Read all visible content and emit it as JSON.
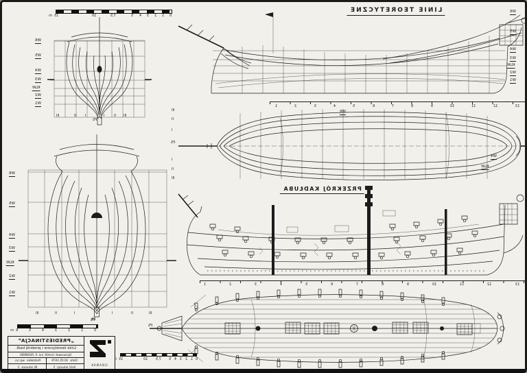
{
  "colors": {
    "paper": "#f2f0eb",
    "ink": "#1c1c1c"
  },
  "titles": {
    "sheer_plan": "LINIE TEORETYCZNE",
    "hull_section": "PRZEKRÓJ KADŁUBA"
  },
  "waterlines": {
    "sheer": [
      "W6",
      "W5",
      "W4",
      "W3",
      "KLW",
      "W2",
      "W1"
    ],
    "body_small": [
      "W6",
      "W5",
      "W4",
      "W3",
      "KLW",
      "W2",
      "W1"
    ],
    "body_large": [
      "W6",
      "W5",
      "W4",
      "W3",
      "KLW",
      "W2",
      "W1"
    ]
  },
  "buttocks": {
    "labels": [
      "III",
      "II",
      "I",
      "I",
      "II",
      "III"
    ],
    "centerline": "PS"
  },
  "half_breadth": {
    "side_labels": [
      "III",
      "II",
      "I",
      "I",
      "II",
      "III"
    ],
    "centerline": "PS",
    "inner_labels": [
      "W6",
      "W4",
      "KLW"
    ]
  },
  "stations": [
    "1",
    "2",
    "3",
    "4",
    "5",
    "6",
    "7",
    "8",
    "9",
    "10",
    "11",
    "12",
    "13"
  ],
  "scalebars": {
    "top": {
      "unit": "m",
      "ticks": [
        "15",
        "10",
        "7,5",
        "5",
        "4",
        "3",
        "2",
        "1",
        "0"
      ]
    },
    "body": {
      "unit": "m",
      "ticks": [
        "6",
        "5",
        "4",
        "3",
        "2",
        "1",
        "0"
      ]
    },
    "deck": {
      "unit": "m",
      "ticks": [
        "15",
        "10",
        "7,5",
        "5",
        "4",
        "3",
        "2",
        "1",
        "0"
      ]
    }
  },
  "title_block": {
    "ship_name": "„PREDIESTINACJA”",
    "sheet_title": "Linie teoretyczne i przekrój kadł.",
    "author": "Opracował i kreślił:  inż. A. ROSIŃSKI",
    "date_label": "Data:",
    "date": "30.05.1979",
    "scale_label": "Podziałka:",
    "scale": "wg rys.",
    "count_label": "Ilość arkuszy:",
    "count": "5",
    "number_label": "Nr arkusza:",
    "number": "2",
    "city": "GDAŃSK"
  }
}
